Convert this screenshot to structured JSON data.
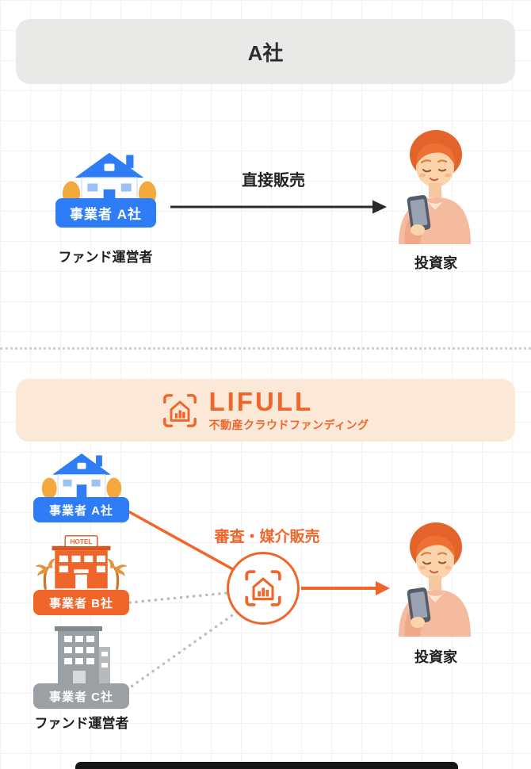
{
  "top": {
    "header_title": "A社",
    "operator_badge": "事業者 A社",
    "operator_caption": "ファンド運営者",
    "arrow_label": "直接販売",
    "investor_caption": "投資家"
  },
  "bottom": {
    "logo_brand": "LIFULL",
    "logo_subtitle": "不動産クラウドファンディング",
    "flow_label": "審査・媒介販売",
    "operators": [
      {
        "badge": "事業者 A社",
        "color": "#2f7df6",
        "icon": "house-icon"
      },
      {
        "badge": "事業者 B社",
        "color": "#f0662a",
        "icon": "hotel-icon"
      },
      {
        "badge": "事業者 C社",
        "color": "#9aa0a3",
        "icon": "office-building-icon"
      }
    ],
    "hotel_sign": "HOTEL",
    "operators_caption": "ファンド運営者",
    "investor_caption": "投資家"
  },
  "colors": {
    "blue": "#2f7df6",
    "orange": "#f0662a",
    "gray": "#9aa0a3",
    "peach_banner": "#fce8d7",
    "header_band": "#e9e9e7",
    "dotted_line": "#bdbdbd",
    "arrow_black": "#2a2a2a"
  }
}
